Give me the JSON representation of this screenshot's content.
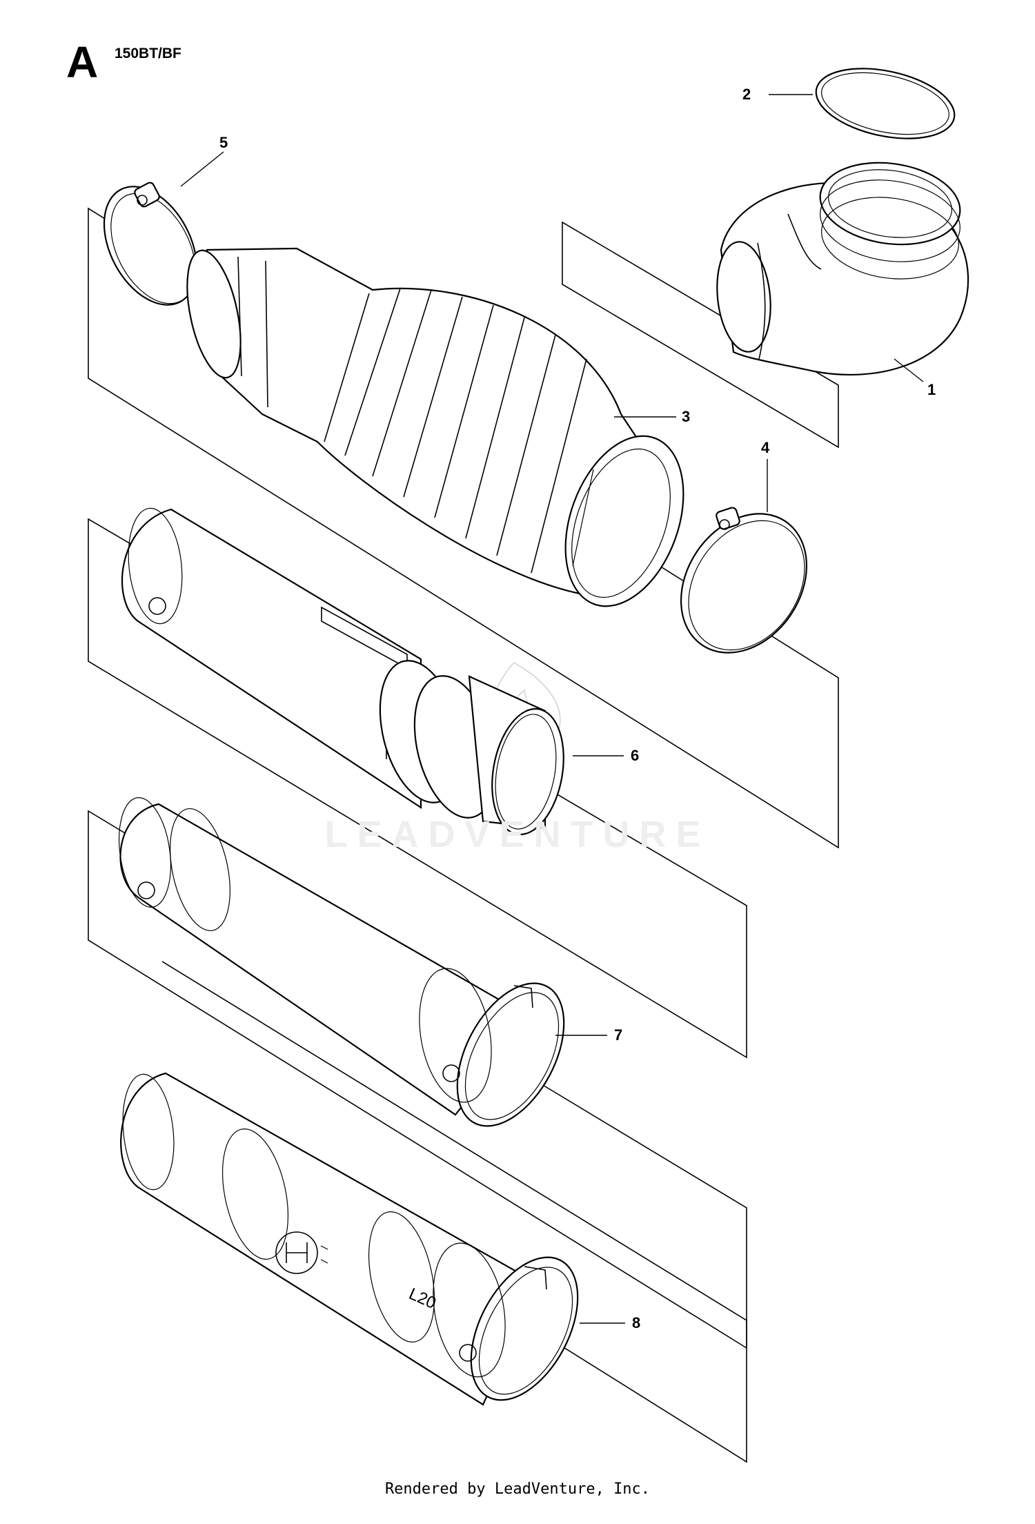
{
  "header": {
    "section_letter": "A",
    "model": "150BT/BF"
  },
  "callouts": [
    {
      "id": "1",
      "label": "1"
    },
    {
      "id": "2",
      "label": "2"
    },
    {
      "id": "3",
      "label": "3"
    },
    {
      "id": "4",
      "label": "4"
    },
    {
      "id": "5",
      "label": "5"
    },
    {
      "id": "6",
      "label": "6"
    },
    {
      "id": "7",
      "label": "7"
    },
    {
      "id": "8",
      "label": "8"
    }
  ],
  "markings": {
    "tube_length_code": "L20",
    "brand_icon": "husqvarna-crown-logo-icon"
  },
  "watermark": {
    "text": "LEADVENTURE",
    "icon": "leadventure-flame-logo-icon"
  },
  "footer": {
    "credit": "Rendered by LeadVenture, Inc."
  }
}
